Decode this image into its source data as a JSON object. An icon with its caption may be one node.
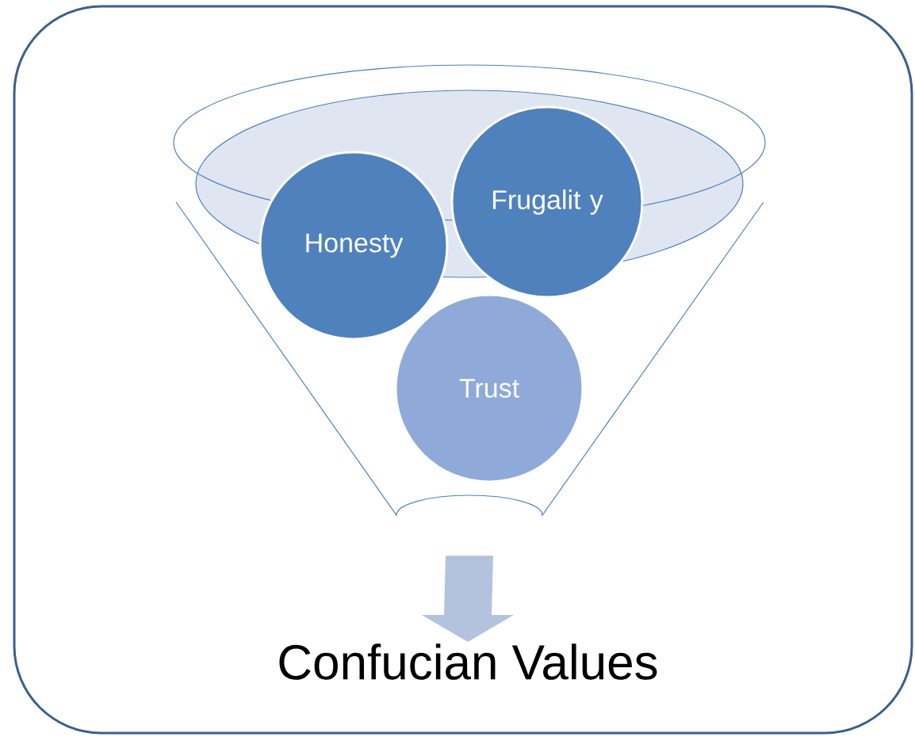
{
  "diagram": {
    "nodes": [
      {
        "text": [],
        "shape": "funnel"
      },
      {
        "text": [
          "Honesty"
        ],
        "in": 0
      },
      {
        "text": [
          "Frugalit y"
        ],
        "in": 0
      },
      {
        "text": [
          "Trust"
        ],
        "in": 0
      },
      {
        "text": [
          "Confucian Values"
        ]
      }
    ],
    "edges": [
      {
        "from": 0,
        "to": 4,
        "arrow": "to",
        "style": "thick"
      }
    ]
  }
}
